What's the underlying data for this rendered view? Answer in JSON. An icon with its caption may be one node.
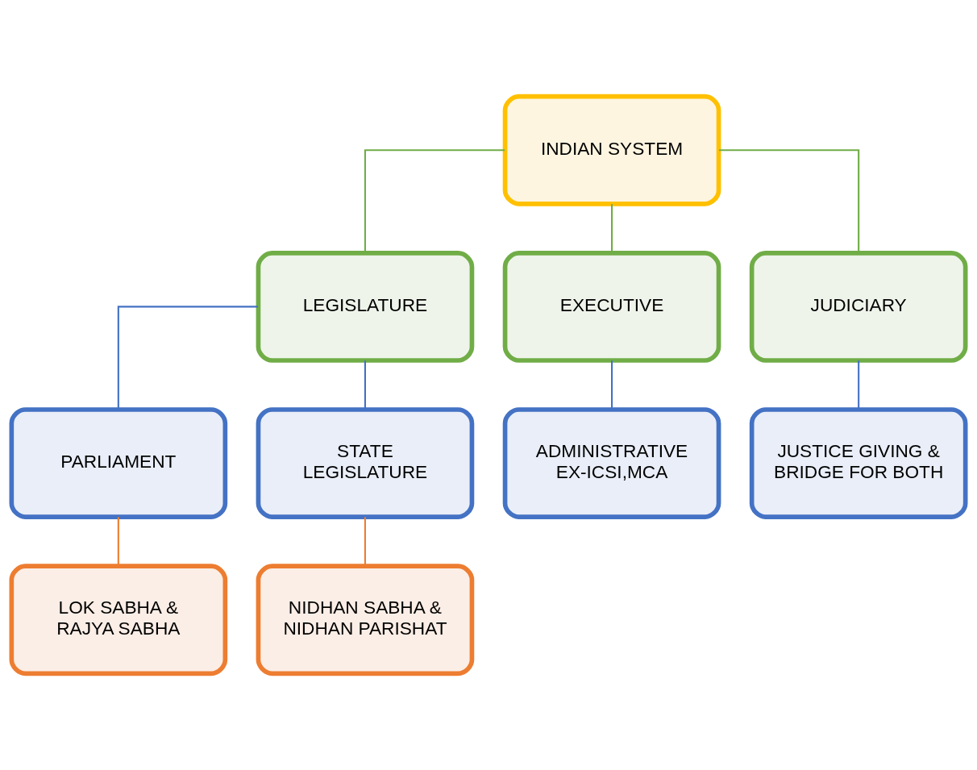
{
  "diagram": {
    "nodes": [
      {
        "text": [
          "INDIAN SYSTEM"
        ]
      },
      {
        "text": [
          "LEGISLATURE"
        ]
      },
      {
        "text": [
          "EXECUTIVE"
        ]
      },
      {
        "text": [
          "JUDICIARY"
        ]
      },
      {
        "text": [
          "PARLIAMENT"
        ]
      },
      {
        "text": [
          "STATE LEGISLATURE"
        ]
      },
      {
        "text": [
          "ADMINISTRATIVE EX-ICSI,MCA"
        ]
      },
      {
        "text": [
          "JUSTICE GIVING & BRIDGE FOR BOTH"
        ]
      },
      {
        "text": [
          "LOK SABHA & RAJYA SABHA"
        ]
      },
      {
        "text": [
          "NIDHAN SABHA & NIDHAN PARISHAT"
        ]
      }
    ],
    "edges": [
      {
        "from": 0,
        "to": 1,
        "arrow": "none",
        "color": "#70ad47"
      },
      {
        "from": 0,
        "to": 2,
        "arrow": "none",
        "color": "#70ad47"
      },
      {
        "from": 0,
        "to": 3,
        "arrow": "none",
        "color": "#70ad47"
      },
      {
        "from": 1,
        "to": 4,
        "arrow": "none",
        "color": "#4472c4"
      },
      {
        "from": 1,
        "to": 5,
        "arrow": "none",
        "color": "#4472c4"
      },
      {
        "from": 2,
        "to": 6,
        "arrow": "none",
        "color": "#4472c4"
      },
      {
        "from": 3,
        "to": 7,
        "arrow": "none",
        "color": "#4472c4"
      },
      {
        "from": 4,
        "to": 8,
        "arrow": "none",
        "color": "#ed7d31"
      },
      {
        "from": 5,
        "to": 9,
        "arrow": "none",
        "color": "#ed7d31"
      }
    ]
  }
}
